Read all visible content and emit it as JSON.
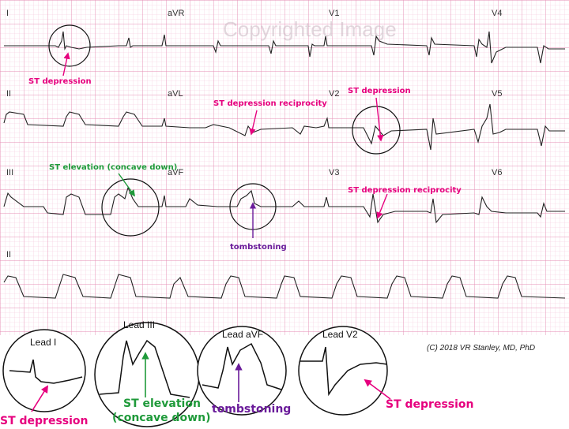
{
  "watermark": "Copyrighted Image",
  "leads": {
    "row1": [
      "I",
      "aVR",
      "V1",
      "V4"
    ],
    "row2": [
      "II",
      "aVL",
      "V2",
      "V5"
    ],
    "row3": [
      "III",
      "aVF",
      "V3",
      "V6"
    ],
    "rhythm": "II"
  },
  "annotations": {
    "st_depression_lead1": "ST depression",
    "st_depression_reciprocity_avl": "ST depression reciprocity",
    "st_depression_v2": "ST depression",
    "st_elevation_lead3": "ST elevation (concave down)",
    "tombstoning_avf": "tombstoning",
    "st_depression_reciprocity_v3": "ST depression reciprocity"
  },
  "zoom_panels": {
    "lead1": {
      "title": "Lead I",
      "caption": "ST depression"
    },
    "lead3": {
      "title": "Lead III",
      "caption_line1": "ST elevation",
      "caption_line2": "(concave down)"
    },
    "leadavf": {
      "title": "Lead aVF",
      "caption": "tombstoning"
    },
    "leadv2": {
      "title": "Lead V2",
      "caption": "ST depression"
    }
  },
  "credit": "(C) 2018 VR Stanley, MD, PhD",
  "colors": {
    "pink": "#e6007e",
    "green": "#1f9a3a",
    "purple": "#6a1b9a",
    "grid_minor": "#f5c6da",
    "grid_major": "#e58cb4",
    "trace": "#222222"
  }
}
